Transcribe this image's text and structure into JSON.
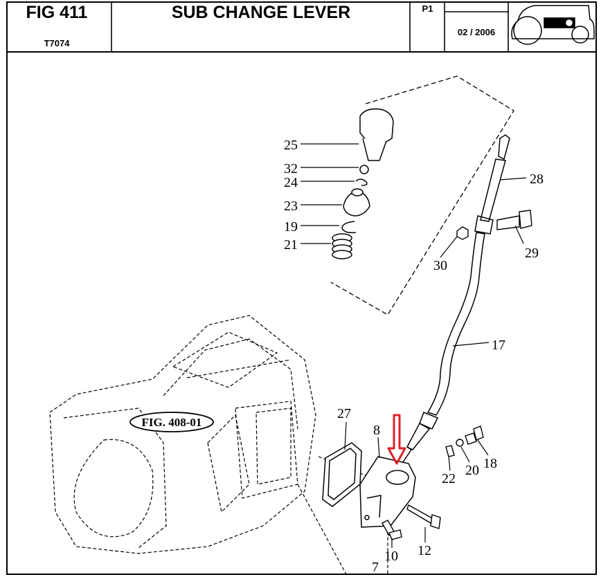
{
  "header": {
    "fig_number": "FIG 411",
    "model_code": "T7074",
    "title": "SUB CHANGE LEVER",
    "page": "P1",
    "date": "02 / 2006"
  },
  "diagram": {
    "reference_label": "FIG. 408-01",
    "callouts": [
      "25",
      "32",
      "24",
      "23",
      "19",
      "21",
      "28",
      "29",
      "30",
      "17",
      "27",
      "8",
      "22",
      "20",
      "18",
      "10",
      "12",
      "7"
    ],
    "highlight_arrow_color": "#e0202a",
    "line_color": "#000000"
  }
}
